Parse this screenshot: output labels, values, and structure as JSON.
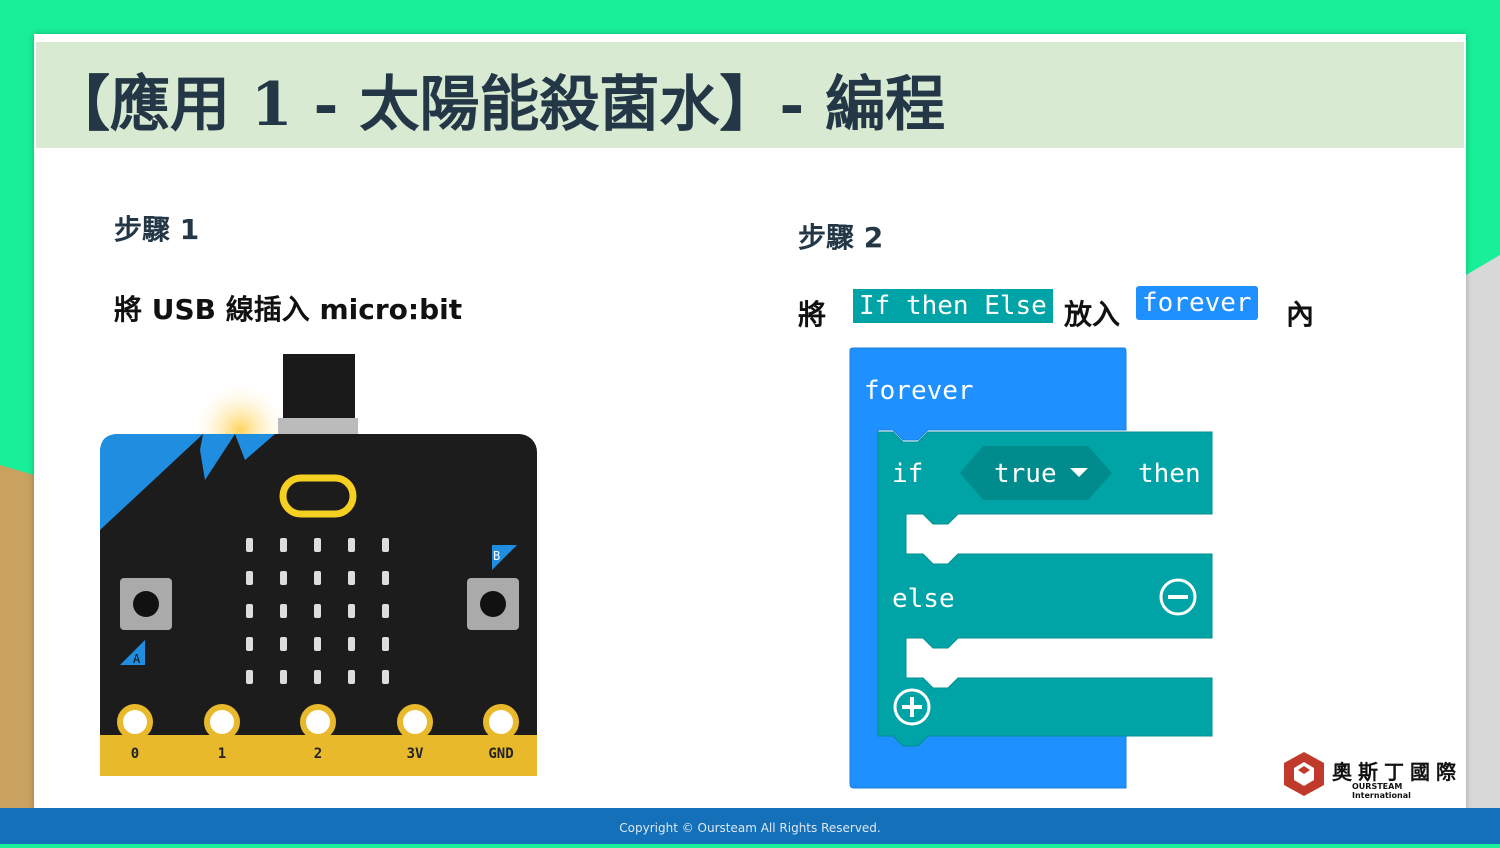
{
  "title": "【應用 1 - 太陽能殺菌水】- 編程",
  "step1": {
    "heading": "步驟 1",
    "instruction": "將 USB 線插入 micro:bit",
    "pins": [
      "0",
      "1",
      "2",
      "3V",
      "GND"
    ],
    "buttons": [
      "A",
      "B"
    ]
  },
  "step2": {
    "heading": "步驟 2",
    "prefix": "將",
    "block1": "If then Else",
    "middle": "放入",
    "block2": "forever",
    "suffix": "內"
  },
  "blocks": {
    "forever": "forever",
    "if": "if",
    "condition": "true",
    "then": "then",
    "else": "else"
  },
  "colors": {
    "loops": "#1e90ff",
    "logic": "#00a4a6",
    "footer": "#1470b8"
  },
  "logo": {
    "cn": "奧斯丁國際",
    "en": "OURSTEAM International"
  },
  "footer": "Copyright © Oursteam All Rights Reserved."
}
